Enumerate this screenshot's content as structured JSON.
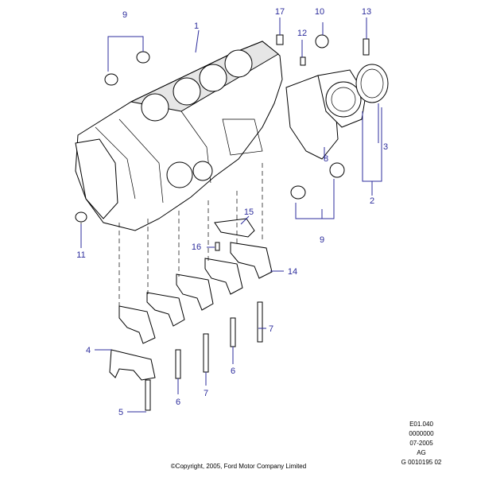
{
  "callouts": {
    "c1": "1",
    "c2": "2",
    "c3": "3",
    "c4": "4",
    "c5": "5",
    "c6a": "6",
    "c6b": "6",
    "c7a": "7",
    "c7b": "7",
    "c8": "8",
    "c9a": "9",
    "c9b": "9",
    "c10": "10",
    "c11": "11",
    "c12": "12",
    "c13": "13",
    "c14": "14",
    "c15": "15",
    "c16": "16",
    "c17": "17"
  },
  "info_block": {
    "line1": "E01.040",
    "line2": "0000000",
    "line3": "07-2005",
    "line4": "AG",
    "line5": "G 0010195 02"
  },
  "copyright": "©Copyright, 2005, Ford Motor Company Limited",
  "colors": {
    "callout": "#2c2c9c",
    "line": "#000000",
    "background": "#ffffff"
  }
}
